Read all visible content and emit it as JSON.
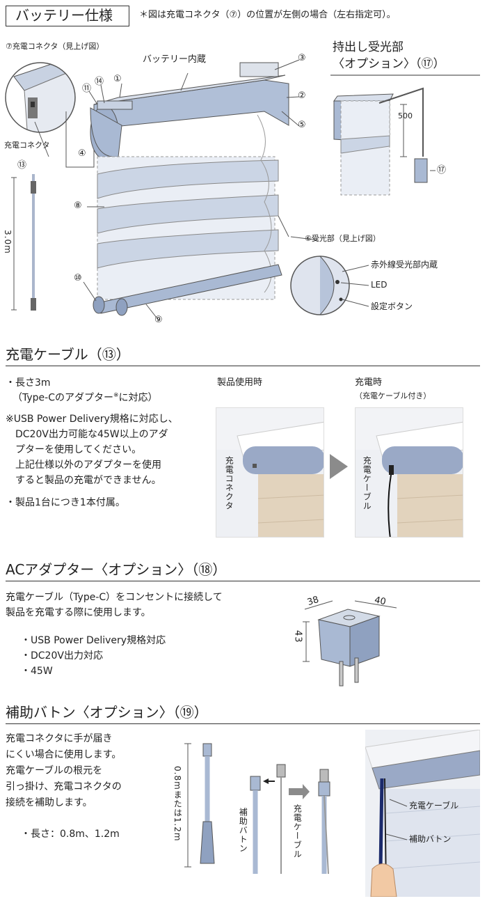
{
  "battery": {
    "title": "バッテリー仕様",
    "note": "＊図は充電コネクタ（⑦）の位置が左側の場合（左右指定可）。",
    "connector_view_label": "⑦充電コネクタ（見上げ図）",
    "connector_label": "充電コネクタ",
    "battery_inside_label": "バッテリー内蔵",
    "cable_length": "3.0m",
    "receiver_view_label": "⑥受光部（見上げ図）",
    "ir_label": "赤外線受光部内蔵",
    "led_label": "LED",
    "setting_button_label": "設定ボタン",
    "option_title_line1": "持出し受光部",
    "option_title_line2": "〈オプション〉（⑰）",
    "option_dim": "500",
    "markers": {
      "m1": "①",
      "m2": "②",
      "m3": "③",
      "m4": "④",
      "m5": "⑤",
      "m8": "⑧",
      "m9": "⑨",
      "m10": "⑩",
      "m11": "⑪",
      "m13": "⑬",
      "m14": "⑭",
      "m17": "⑰"
    }
  },
  "cable": {
    "title": "充電ケーブル（⑬）",
    "bullet1": "・長さ3m",
    "bullet1_sub_main": "（Type-Cのアダプター",
    "bullet1_sub_note": "※",
    "bullet1_sub_end": "に対応）",
    "note_line1": "※USB Power Delivery規格に対応し、",
    "note_line2": "DC20V出力可能な45W以上のアダ",
    "note_line3": "プターを使用してください。",
    "note_line4": "上記仕様以外のアダプターを使用",
    "note_line5": "すると製品の充電ができません。",
    "bullet2": "・製品1台につき1本付属。",
    "in_use_label": "製品使用時",
    "charging_label": "充電時",
    "charging_sub_label": "（充電ケーブル付き）",
    "photo1_label": "充電コネクタ",
    "photo2_label": "充電ケーブル"
  },
  "adapter": {
    "title": "ACアダプター〈オプション〉（⑱）",
    "desc_line1": "充電ケーブル（Type-C）をコンセントに接続して",
    "desc_line2": "製品を充電する際に使用します。",
    "spec1": "・USB Power Delivery規格対応",
    "spec2": "・DC20V出力対応",
    "spec3": "・45W",
    "dim_depth": "38",
    "dim_width": "40",
    "dim_height": "43"
  },
  "baton": {
    "title": "補助バトン〈オプション〉（⑲）",
    "desc_line1": "充電コネクタに手が届き",
    "desc_line2": "にくい場合に使用します。",
    "desc_line3": "充電ケーブルの根元を",
    "desc_line4": "引っ掛け、充電コネクタの",
    "desc_line5": "接続を補助します。",
    "length": "・長さ：0.8m、1.2m",
    "dim_label": "0.8mまたは1.2m",
    "baton_label": "補助バトン",
    "cable_label": "充電ケーブル",
    "photo_cable_label": "充電ケーブル",
    "photo_baton_label": "補助バトン"
  },
  "colors": {
    "blind_blue": "#a9b9d3",
    "blind_dark": "#6f83a6",
    "shade_tan": "#e2d3bd",
    "arrow_grey": "#8b8b8b"
  }
}
